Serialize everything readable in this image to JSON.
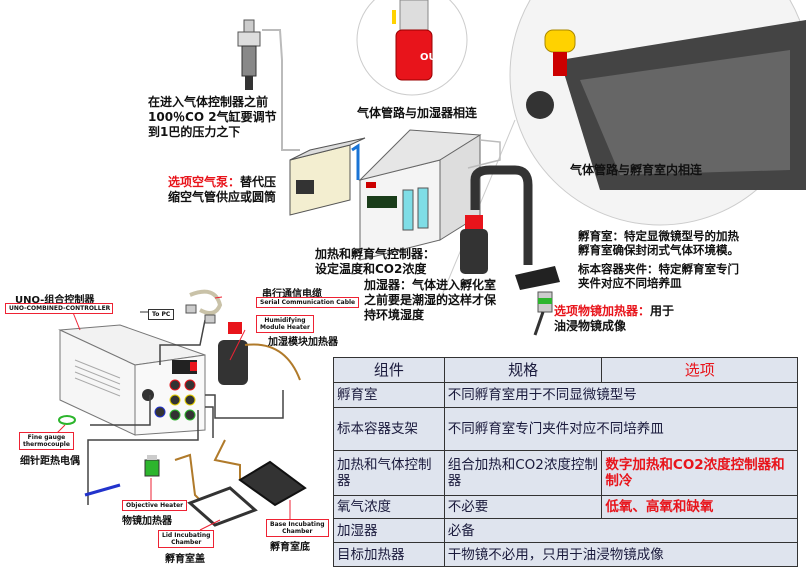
{
  "top_notes": {
    "regulator_note": [
      "在进入气体控制器之前",
      "100％CO 2气缸要调节",
      "到1巴的压力之下"
    ],
    "humidifier_link": "气体管路与加湿器相连",
    "chamber_link": "气体管路与孵育室内相连",
    "air_pump_label": "选项空气泵：",
    "air_pump_text": [
      "替代压",
      "缩空气管供应或圆筒"
    ],
    "controller_note": [
      "加热和孵育气控制器：",
      "设定温度和CO2浓度"
    ],
    "humidifier_note": [
      "加湿器：气体进入孵化室",
      "之前要是潮湿的这样才保",
      "持环境湿度"
    ],
    "chamber_note": [
      "孵育室：特定显微镜型号的加热",
      "孵育室确保封闭式气体环境模。"
    ],
    "holder_note": [
      "标本容器夹件：特定孵育室专门",
      "夹件对应不同培养皿"
    ],
    "objective_label": "选项物镜加热器：",
    "objective_text": [
      "用于",
      "油浸物镜成像"
    ]
  },
  "bottom_diagram": {
    "controller_cn": "UNO-组合控制器",
    "controller_en": "UNO-COMBINED-CONTROLLER",
    "serial_cn": "串行通信电缆",
    "serial_en": "Serial Communication Cable",
    "to_pc": "To PC",
    "humid_en": [
      "Humidifying",
      "Module Heater"
    ],
    "humid_cn": "加湿模块加热器",
    "thermo_en": [
      "Fine gauge",
      "thermocouple"
    ],
    "thermo_cn": "细针距热电偶",
    "objective_en": "Objective Heater",
    "objective_cn": "物镜加热器",
    "lid_en": [
      "Lid Incubating",
      "Chamber"
    ],
    "lid_cn": "孵育室盖",
    "base_en": [
      "Base Incubating",
      "Chamber"
    ],
    "base_cn": "孵育室底"
  },
  "table": {
    "headers": [
      "组件",
      "规格",
      "选项"
    ],
    "rows": [
      {
        "component": "孵育室",
        "spec": "不同孵育室用于不同显微镜型号",
        "option": ""
      },
      {
        "component": "标本容器支架",
        "spec": "不同孵育室专门夹件对应不同培养皿",
        "option": ""
      },
      {
        "component": "加热和气体控制器",
        "spec": "组合加热和CO2浓度控制器",
        "option": "数字加热和CO2浓度控制器和制冷"
      },
      {
        "component": "氧气浓度",
        "spec": "不必要",
        "option": "低氧、高氧和缺氧"
      },
      {
        "component": "加湿器",
        "spec": "必备",
        "option": ""
      },
      {
        "component": "目标加热器",
        "spec": "干物镜不必用，只用于油浸物镜成像",
        "option": ""
      }
    ]
  },
  "colors": {
    "accent_red": "#e8141b",
    "table_bg": "#dfe4ee",
    "table_text": "#1a1a3c"
  }
}
